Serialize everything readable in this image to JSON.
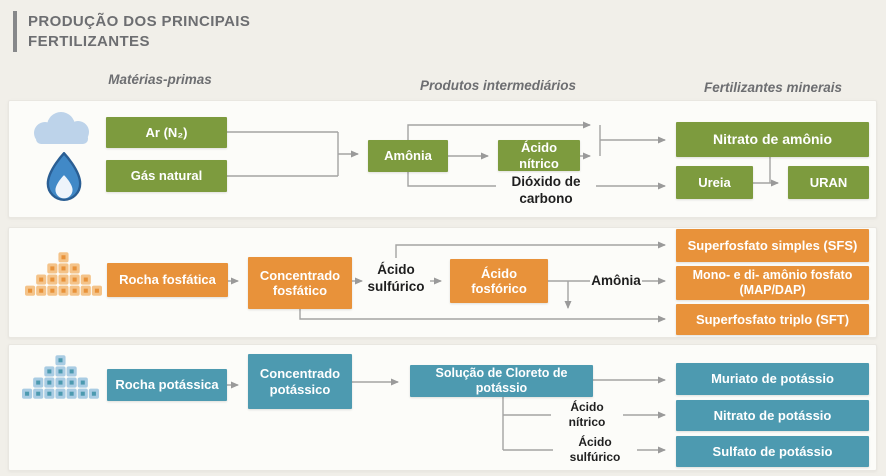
{
  "title": {
    "line1": "PRODUÇÃO DOS PRINCIPAIS",
    "line2": "FERTILIZANTES"
  },
  "column_headers": {
    "raw_materials": "Matérias-primas",
    "intermediates": "Produtos intermediários",
    "mineral_fertilizers": "Fertilizantes minerais"
  },
  "colors": {
    "nitrogen_green": "#7d9b3e",
    "phosphate_orange": "#e8923a",
    "potash_blue": "#4d9ab0",
    "background": "#f1efe9",
    "panel": "#fcfcf9",
    "connector_gray": "#a0a0a0",
    "heading_gray": "#6d6e71",
    "cloud_blue": "#bdd3ea",
    "flame_blue": "#4189c7"
  },
  "rows": {
    "nitrogen": {
      "icons": [
        "cloud-icon",
        "gas-flame-icon"
      ],
      "boxes": {
        "air": "Ar (N₂)",
        "natural_gas": "Gás natural",
        "ammonia": "Amônia",
        "nitric_acid": "Ácido nítrico",
        "ammonium_nitrate": "Nitrato de amônio",
        "urea": "Ureia",
        "uran": "URAN"
      },
      "inline_labels": {
        "carbon_dioxide": "Dióxido de carbono"
      }
    },
    "phosphate": {
      "icons": [
        "ore-pile-icon"
      ],
      "boxes": {
        "phosphate_rock": "Rocha fosfática",
        "phosphate_concentrate": "Concentrado fosfático",
        "phosphoric_acid": "Ácido fosfórico",
        "single_superphosphate": "Superfosfato simples (SFS)",
        "map_dap": "Mono- e di- amônio fosfato (MAP/DAP)",
        "triple_superphosphate": "Superfosfato triplo (SFT)"
      },
      "inline_labels": {
        "sulfuric_acid": "Ácido sulfúrico",
        "ammonia": "Amônia"
      }
    },
    "potash": {
      "icons": [
        "ore-pile-icon"
      ],
      "boxes": {
        "potash_rock": "Rocha potássica",
        "potash_concentrate": "Concentrado potássico",
        "kcl_solution": "Solução de Cloreto de potássio",
        "muriate_of_potash": "Muriato de potássio",
        "potassium_nitrate": "Nitrato de potássio",
        "potassium_sulfate": "Sulfato de potássio"
      },
      "inline_labels": {
        "nitric_acid": "Ácido nítrico",
        "sulfuric_acid": "Ácido sulfúrico"
      }
    }
  }
}
